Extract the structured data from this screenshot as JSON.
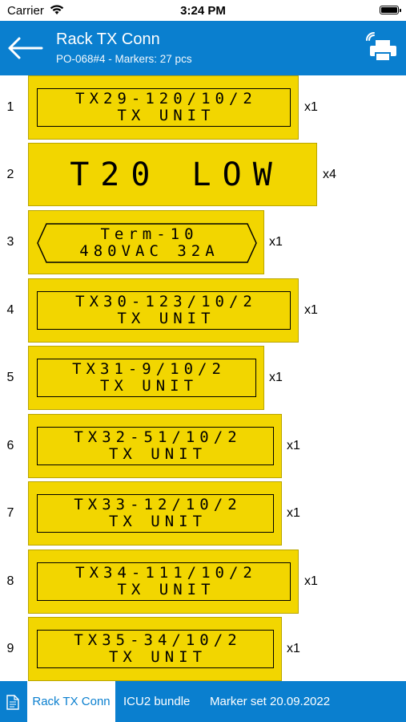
{
  "status_bar": {
    "carrier": "Carrier",
    "time": "3:24 PM"
  },
  "header": {
    "title": "Rack TX Conn",
    "subtitle": "PO-068#4 - Markers: 27 pcs"
  },
  "icons": {
    "back": "arrow-left-icon",
    "print": "wireless-printer-icon",
    "doc": "document-icon"
  },
  "colors": {
    "accent": "#0a7fcf",
    "marker_yellow": "#f2d600"
  },
  "markers": [
    {
      "index": "1",
      "lines": [
        "TX29-120/10/2",
        "TX UNIT"
      ],
      "qty": "x1"
    },
    {
      "index": "2",
      "lines": [
        "T20 LOW"
      ],
      "qty": "x4"
    },
    {
      "index": "3",
      "lines": [
        "Term-10",
        "480VAC 32A"
      ],
      "qty": "x1"
    },
    {
      "index": "4",
      "lines": [
        "TX30-123/10/2",
        "TX UNIT"
      ],
      "qty": "x1"
    },
    {
      "index": "5",
      "lines": [
        "TX31-9/10/2",
        "TX UNIT"
      ],
      "qty": "x1"
    },
    {
      "index": "6",
      "lines": [
        "TX32-51/10/2",
        "TX UNIT"
      ],
      "qty": "x1"
    },
    {
      "index": "7",
      "lines": [
        "TX33-12/10/2",
        "TX UNIT"
      ],
      "qty": "x1"
    },
    {
      "index": "8",
      "lines": [
        "TX34-111/10/2",
        "TX UNIT"
      ],
      "qty": "x1"
    },
    {
      "index": "9",
      "lines": [
        "TX35-34/10/2",
        "TX UNIT"
      ],
      "qty": "x1"
    }
  ],
  "tabs": [
    {
      "label": "Rack TX Conn",
      "active": true
    },
    {
      "label": "ICU2 bundle",
      "active": false
    },
    {
      "label": "Marker set 20.09.2022",
      "active": false
    }
  ]
}
